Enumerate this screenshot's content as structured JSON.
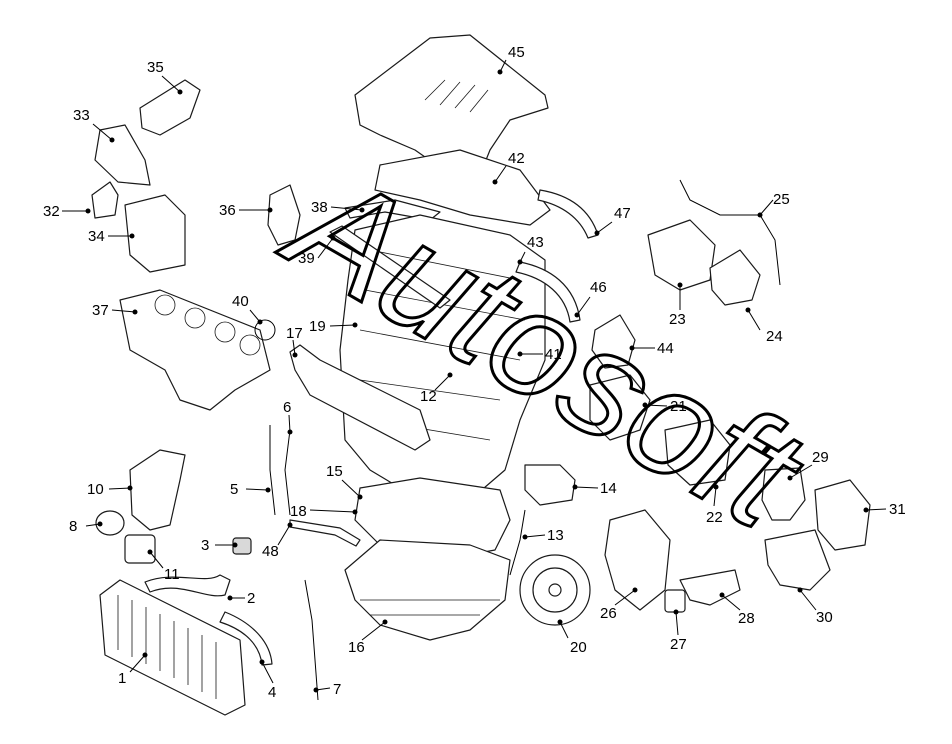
{
  "diagram": {
    "callouts": [
      {
        "id": "c1",
        "label": "1"
      },
      {
        "id": "c2",
        "label": "2"
      },
      {
        "id": "c3",
        "label": "3"
      },
      {
        "id": "c4",
        "label": "4"
      },
      {
        "id": "c5",
        "label": "5"
      },
      {
        "id": "c6",
        "label": "6"
      },
      {
        "id": "c7",
        "label": "7"
      },
      {
        "id": "c8",
        "label": "8"
      },
      {
        "id": "c10",
        "label": "10"
      },
      {
        "id": "c11",
        "label": "11"
      },
      {
        "id": "c12",
        "label": "12"
      },
      {
        "id": "c13",
        "label": "13"
      },
      {
        "id": "c14",
        "label": "14"
      },
      {
        "id": "c15",
        "label": "15"
      },
      {
        "id": "c16",
        "label": "16"
      },
      {
        "id": "c17",
        "label": "17"
      },
      {
        "id": "c18",
        "label": "18"
      },
      {
        "id": "c19",
        "label": "19"
      },
      {
        "id": "c20",
        "label": "20"
      },
      {
        "id": "c21",
        "label": "21"
      },
      {
        "id": "c22",
        "label": "22"
      },
      {
        "id": "c23",
        "label": "23"
      },
      {
        "id": "c24",
        "label": "24"
      },
      {
        "id": "c25",
        "label": "25"
      },
      {
        "id": "c26",
        "label": "26"
      },
      {
        "id": "c27",
        "label": "27"
      },
      {
        "id": "c28",
        "label": "28"
      },
      {
        "id": "c29",
        "label": "29"
      },
      {
        "id": "c30",
        "label": "30"
      },
      {
        "id": "c31",
        "label": "31"
      },
      {
        "id": "c32",
        "label": "32"
      },
      {
        "id": "c33",
        "label": "33"
      },
      {
        "id": "c34",
        "label": "34"
      },
      {
        "id": "c35",
        "label": "35"
      },
      {
        "id": "c36",
        "label": "36"
      },
      {
        "id": "c37",
        "label": "37"
      },
      {
        "id": "c38",
        "label": "38"
      },
      {
        "id": "c39",
        "label": "39"
      },
      {
        "id": "c40",
        "label": "40"
      },
      {
        "id": "c41",
        "label": "41"
      },
      {
        "id": "c42",
        "label": "42"
      },
      {
        "id": "c43",
        "label": "43"
      },
      {
        "id": "c44",
        "label": "44"
      },
      {
        "id": "c45",
        "label": "45"
      },
      {
        "id": "c46",
        "label": "46"
      },
      {
        "id": "c47",
        "label": "47"
      },
      {
        "id": "c48",
        "label": "48"
      }
    ],
    "watermark": "Autosoft"
  }
}
